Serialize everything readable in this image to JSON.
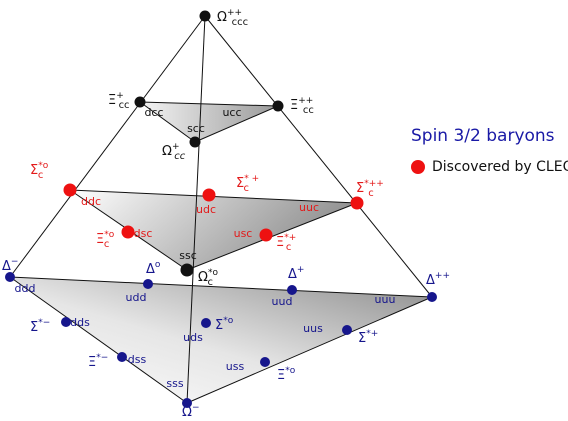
{
  "title": "Spin 3/2 baryons",
  "legend": {
    "color": "#ee1111",
    "label": "Discovered by CLEO"
  },
  "colors": {
    "black": "#111111",
    "red": "#e31a1a",
    "blue": "#16168c"
  },
  "nodes": [
    {
      "id": "omega-ccc-pp",
      "color": "black",
      "quark": "",
      "name": "Ω",
      "sup": "++",
      "sub": "ccc",
      "sub_italic": false
    },
    {
      "id": "xi-cc-p",
      "color": "black",
      "quark": "dcc",
      "name": "Ξ",
      "sup": "+",
      "sub": "cc",
      "sub_italic": false
    },
    {
      "id": "xi-cc-pp",
      "color": "black",
      "quark": "ucc",
      "name": "Ξ",
      "sup": "++",
      "sub": "cc",
      "sub_italic": false
    },
    {
      "id": "omega-cc-p",
      "color": "black",
      "quark": "scc",
      "name": "Ω",
      "sup": "+",
      "sub": "cc",
      "sub_italic": true
    },
    {
      "id": "sigma-c-0",
      "color": "red",
      "quark": "ddc",
      "name": "Σ",
      "sup": "*o",
      "sub": "c",
      "sub_italic": false
    },
    {
      "id": "sigma-c-p",
      "color": "red",
      "quark": "udc",
      "name": "Σ",
      "sup": "* +",
      "sub": "c",
      "sub_italic": false
    },
    {
      "id": "sigma-c-pp",
      "color": "red",
      "quark": "uuc",
      "name": "Σ",
      "sup": "*++",
      "sub": "c",
      "sub_italic": false
    },
    {
      "id": "xi-c-0",
      "color": "red",
      "quark": "dsc",
      "name": "Ξ",
      "sup": "*o",
      "sub": "c",
      "sub_italic": false
    },
    {
      "id": "xi-c-p",
      "color": "red",
      "quark": "usc",
      "name": "Ξ",
      "sup": "*+",
      "sub": "c",
      "sub_italic": false
    },
    {
      "id": "omega-c-0",
      "color": "black",
      "quark": "ssc",
      "name": "Ω",
      "sup": "*o",
      "sub": "c",
      "sub_italic": false
    },
    {
      "id": "delta-m",
      "color": "blue",
      "quark": "ddd",
      "name": "Δ",
      "sup": "−",
      "sub": "",
      "sub_italic": false
    },
    {
      "id": "delta-0",
      "color": "blue",
      "quark": "udd",
      "name": "Δ",
      "sup": "o",
      "sub": "",
      "sub_italic": false
    },
    {
      "id": "delta-p",
      "color": "blue",
      "quark": "uud",
      "name": "Δ",
      "sup": "+",
      "sub": "",
      "sub_italic": false
    },
    {
      "id": "delta-pp",
      "color": "blue",
      "quark": "uuu",
      "name": "Δ",
      "sup": "++",
      "sub": "",
      "sub_italic": false
    },
    {
      "id": "sigma-m",
      "color": "blue",
      "quark": "dds",
      "name": "Σ",
      "sup": "*−",
      "sub": "",
      "sub_italic": false
    },
    {
      "id": "sigma-0",
      "color": "blue",
      "quark": "uds",
      "name": "Σ",
      "sup": "*o",
      "sub": "",
      "sub_italic": false
    },
    {
      "id": "sigma-p",
      "color": "blue",
      "quark": "uus",
      "name": "Σ",
      "sup": "*+",
      "sub": "",
      "sub_italic": false
    },
    {
      "id": "xi-m",
      "color": "blue",
      "quark": "dss",
      "name": "Ξ",
      "sup": "*−",
      "sub": "",
      "sub_italic": false
    },
    {
      "id": "xi-0",
      "color": "blue",
      "quark": "uss",
      "name": "Ξ",
      "sup": "*o",
      "sub": "",
      "sub_italic": false
    },
    {
      "id": "omega-m",
      "color": "blue",
      "quark": "sss",
      "name": "Ω",
      "sup": "−",
      "sub": "",
      "sub_italic": false
    }
  ]
}
